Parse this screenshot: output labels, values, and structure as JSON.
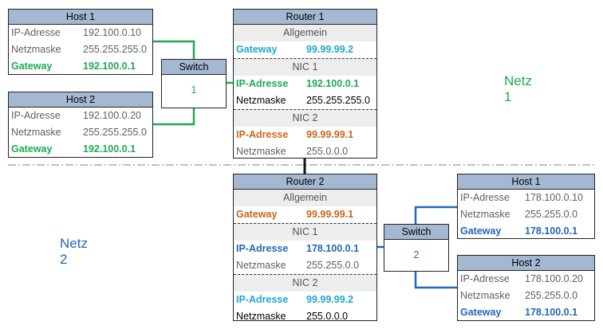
{
  "colors": {
    "header_fill": "#a4b8d2",
    "section_fill": "#ededed",
    "net1_green": "#1bab4f",
    "net2_blue": "#2168b5",
    "teal": "#1fa6d2",
    "orange": "#c9661f",
    "grey_text": "#606060"
  },
  "net1_label": "Netz 1",
  "net2_label": "Netz 2",
  "switch1": {
    "title": "Switch",
    "number": "1"
  },
  "switch2": {
    "title": "Switch",
    "number": "2"
  },
  "host1a": {
    "title": "Host 1",
    "rows": [
      {
        "key": "IP-Adresse",
        "value": "192.100.0.10"
      },
      {
        "key": "Netzmaske",
        "value": "255.255.255.0"
      },
      {
        "key": "Gateway",
        "value": "192.100.0.1"
      }
    ]
  },
  "host2a": {
    "title": "Host 2",
    "rows": [
      {
        "key": "IP-Adresse",
        "value": "192.100.0.20"
      },
      {
        "key": "Netzmaske",
        "value": "255.255.255.0"
      },
      {
        "key": "Gateway",
        "value": "192.100.0.1"
      }
    ]
  },
  "router1": {
    "title": "Router 1",
    "general_label": "Allgemein",
    "gateway": {
      "key": "Gateway",
      "value": "99.99.99.2"
    },
    "nic1_label": "NIC 1",
    "nic1": [
      {
        "key": "IP-Adresse",
        "value": "192.100.0.1"
      },
      {
        "key": "Netzmaske",
        "value": "255.255.255.0"
      }
    ],
    "nic2_label": "NIC 2",
    "nic2": [
      {
        "key": "IP-Adresse",
        "value": "99.99.99.1"
      },
      {
        "key": "Netzmaske",
        "value": "255.0.0.0"
      }
    ]
  },
  "router2": {
    "title": "Router 2",
    "general_label": "Allgemein",
    "gateway": {
      "key": "Gateway",
      "value": "99.99.99.1"
    },
    "nic1_label": "NIC 1",
    "nic1": [
      {
        "key": "IP-Adresse",
        "value": "178.100.0.1"
      },
      {
        "key": "Netzmaske",
        "value": "255.255.0.0"
      }
    ],
    "nic2_label": "NIC 2",
    "nic2": [
      {
        "key": "IP-Adresse",
        "value": "99.99.99.2"
      },
      {
        "key": "Netzmaske",
        "value": "255.0.0.0"
      }
    ]
  },
  "host1b": {
    "title": "Host 1",
    "rows": [
      {
        "key": "IP-Adresse",
        "value": "178.100.0.10"
      },
      {
        "key": "Netzmaske",
        "value": "255.255.0.0"
      },
      {
        "key": "Gateway",
        "value": "178.100.0.1"
      }
    ]
  },
  "host2b": {
    "title": "Host 2",
    "rows": [
      {
        "key": "IP-Adresse",
        "value": "178.100.0.20"
      },
      {
        "key": "Netzmaske",
        "value": "255.255.0.0"
      },
      {
        "key": "Gateway",
        "value": "178.100.0.1"
      }
    ]
  }
}
